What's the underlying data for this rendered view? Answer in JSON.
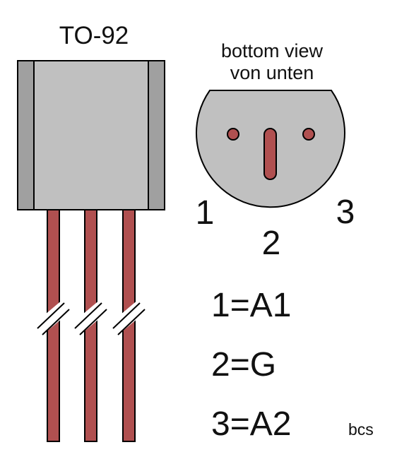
{
  "package": {
    "title": "TO-92"
  },
  "bottom_view": {
    "label_en": "bottom view",
    "label_de": "von unten"
  },
  "pin_numbers": [
    "1",
    "2",
    "3"
  ],
  "pinout": [
    {
      "text": "1=A1"
    },
    {
      "text": "2=G"
    },
    {
      "text": "3=A2"
    }
  ],
  "signature": "bcs",
  "colors": {
    "body": "#c0c0c0",
    "body_side": "#a0a0a0",
    "lead": "#b05050",
    "outline": "#000000"
  }
}
